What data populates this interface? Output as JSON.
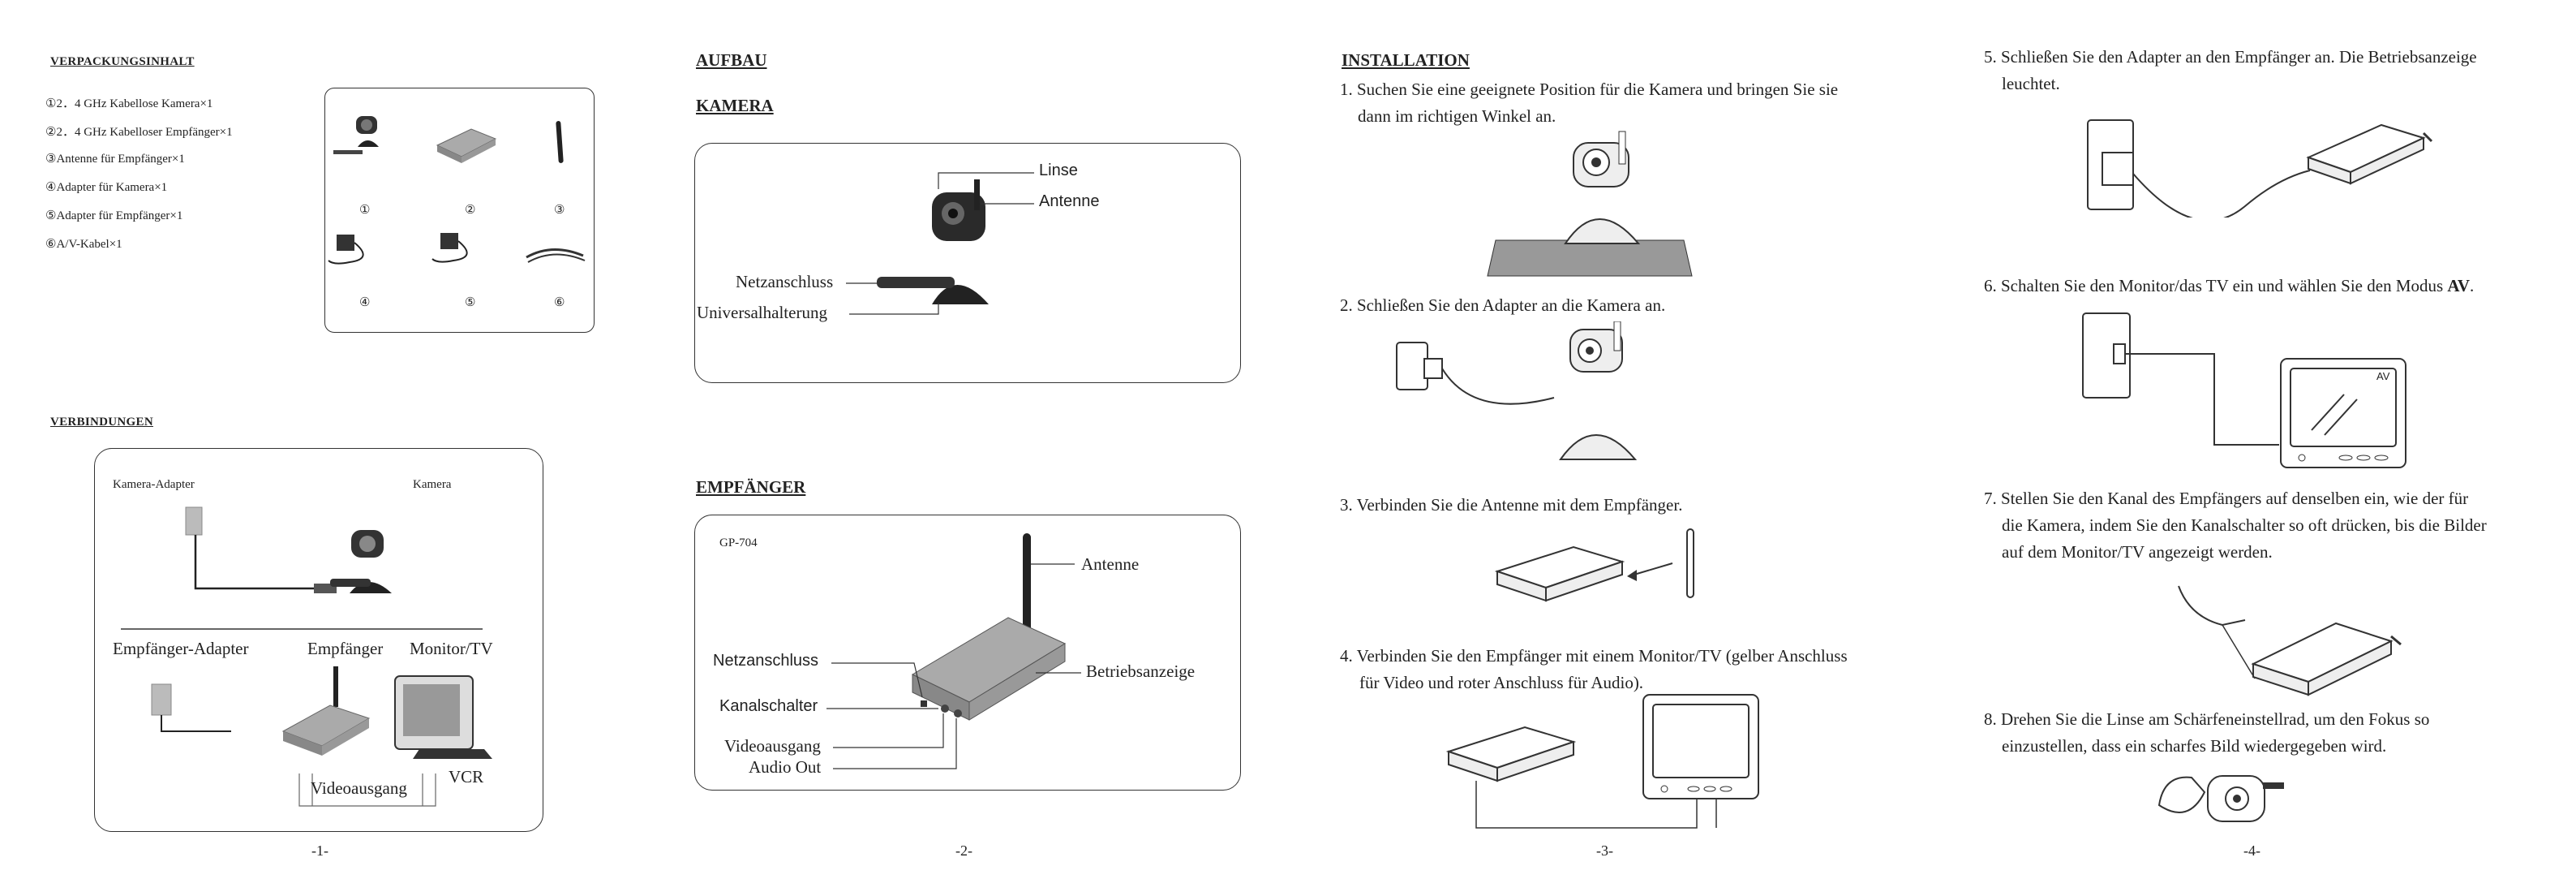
{
  "page1": {
    "heading_contents": "VERPACKUNGSINHALT",
    "contents": [
      "①2．4 GHz Kabellose Kamera×1",
      "②2．4 GHz Kabelloser Empfänger×1",
      "③Antenne für Empfänger×1",
      "④Adapter für Kamera×1",
      "⑤Adapter für Empfänger×1",
      "⑥A/V-Kabel×1"
    ],
    "item_numbers": [
      "①",
      "②",
      "③",
      "④",
      "⑤",
      "⑥"
    ],
    "heading_connections": "VERBINDUNGEN",
    "conn_labels": {
      "camera_adapter": "Kamera-Adapter",
      "camera": "Kamera",
      "receiver_adapter": "Empfänger-Adapter",
      "receiver": "Empfänger",
      "monitor": "Monitor/TV",
      "vcr": "VCR",
      "video_out": "Videoausgang"
    },
    "page_number": "-1-"
  },
  "page2": {
    "heading_setup": "AUFBAU",
    "heading_camera": "KAMERA",
    "camera_labels": {
      "lens": "Linse",
      "antenna": "Antenne",
      "power": "Netzanschluss",
      "mount": "Universalhalterung"
    },
    "heading_receiver": "EMPFÄNGER",
    "receiver_labels": {
      "model": "GP-704",
      "antenna": "Antenne",
      "power": "Netzanschluss",
      "indicator": "Betriebsanzeige",
      "channel": "Kanalschalter",
      "video_out": "Videoausgang",
      "audio_out": "Audio Out"
    },
    "page_number": "-2-"
  },
  "page3": {
    "heading": "INSTALLATION",
    "step1": [
      "1. Suchen Sie eine geeignete Position für die Kamera und bringen Sie sie",
      "dann im richtigen Winkel an."
    ],
    "step2": "2. Schließen Sie den Adapter an die Kamera an.",
    "step3": "3. Verbinden Sie die Antenne mit dem Empfänger.",
    "step4": [
      "4. Verbinden Sie den Empfänger mit einem Monitor/TV (gelber Anschluss",
      "für Video und roter Anschluss für Audio)."
    ],
    "page_number": "-3-"
  },
  "page4": {
    "step5": [
      "5. Schließen Sie den Adapter an den Empfänger an. Die Betriebsanzeige",
      "leuchtet."
    ],
    "step6_pre": "6. Schalten Sie den Monitor/das TV ein und wählen Sie den Modus ",
    "step6_bold": "AV",
    "step6_post": ".",
    "monitor_mode": "AV",
    "step7": [
      "7. Stellen Sie den Kanal des Empfängers auf denselben ein, wie der für",
      "die Kamera, indem Sie den Kanalschalter so oft drücken, bis die Bilder",
      "auf dem Monitor/TV angezeigt werden."
    ],
    "step8": [
      "8. Drehen Sie die Linse am Schärfeneinstellrad, um den Fokus so",
      "einzustellen, dass ein scharfes Bild wiedergegeben wird."
    ],
    "page_number": "-4-"
  }
}
